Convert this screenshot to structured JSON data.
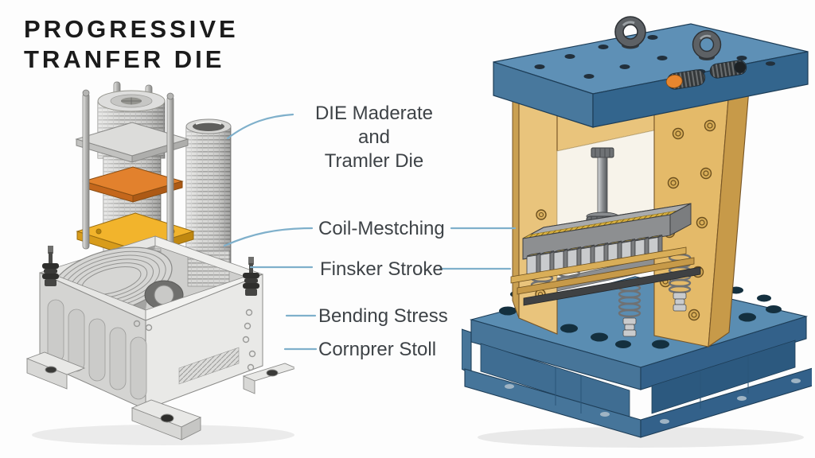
{
  "title": {
    "line1": "PROGRESSIVE",
    "line2": "TRANFER DIE"
  },
  "annotations": {
    "die_label": {
      "line1": "DIE Maderate and",
      "line2": "Tramler Die"
    },
    "items": [
      {
        "id": "coil-mestching",
        "text": "Coil-Mestching"
      },
      {
        "id": "finsker-stroke",
        "text": "Finsker Stroke"
      },
      {
        "id": "bending-stress",
        "text": "Bending Stress"
      },
      {
        "id": "cornprer-stoll",
        "text": "Cornprer Stoll"
      }
    ]
  },
  "illustrations": {
    "left": {
      "name": "progressive-die-assembly",
      "description": "stacked coil die with guide rods, orange and yellow plates, threaded column and coil box base"
    },
    "right": {
      "name": "transfer-die-press",
      "description": "blue and tan die set press with lifting rings, punch shaft, spring die stack and blue bolster base"
    }
  },
  "colors": {
    "background": "#fdfdfd",
    "title_text": "#1b1b1b",
    "label_text": "#3e4347",
    "leader_line": "#7fb0cb",
    "accent_orange": "#e0762a",
    "accent_yellow": "#f0b42d",
    "machine_blue_top": "#5e90b6",
    "machine_blue_dark": "#33618a",
    "machine_tan": "#e7c077",
    "machine_gray": "#c9c9c7"
  }
}
